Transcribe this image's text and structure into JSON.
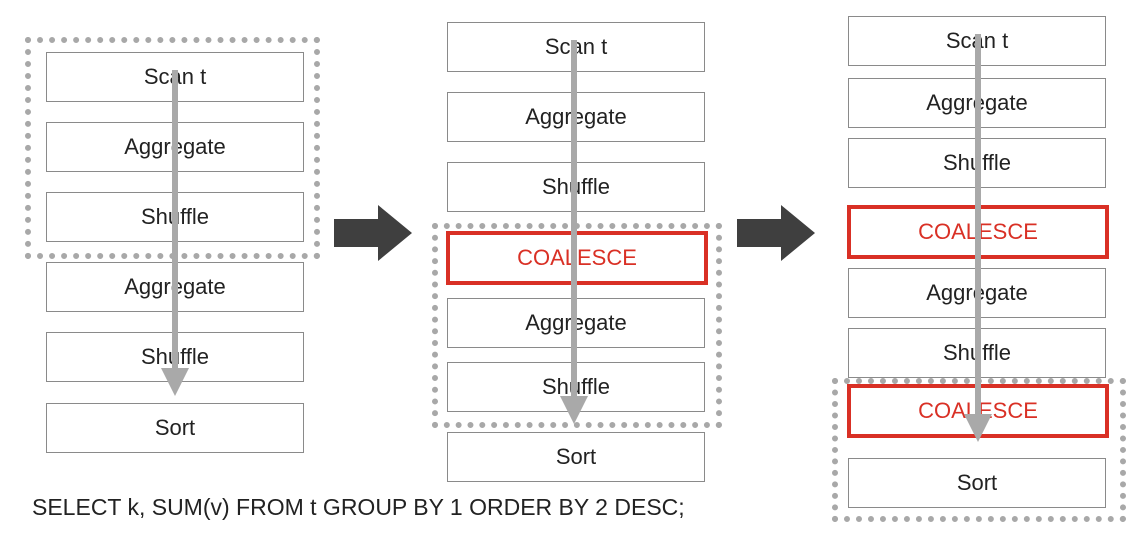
{
  "plans": [
    {
      "stages": [
        "Scan t",
        "Aggregate",
        "Shuffle",
        "Aggregate",
        "Shuffle",
        "Sort"
      ]
    },
    {
      "stages": [
        "Scan t",
        "Aggregate",
        "Shuffle",
        "COALESCE",
        "Aggregate",
        "Shuffle",
        "Sort"
      ],
      "highlighted": [
        "COALESCE"
      ]
    },
    {
      "stages": [
        "Scan t",
        "Aggregate",
        "Shuffle",
        "COALESCE",
        "Aggregate",
        "Shuffle",
        "COALESCE",
        "Sort"
      ],
      "highlighted": [
        "COALESCE"
      ]
    }
  ],
  "query": "SELECT k, SUM(v) FROM t GROUP BY 1 ORDER BY 2 DESC;",
  "colors": {
    "highlight": "#d93025",
    "box_border": "#8a8a8a",
    "flow_arrow": "#a9a9a9",
    "transition_arrow": "#3f3f3f",
    "group_outline": "#a8a8a8"
  }
}
